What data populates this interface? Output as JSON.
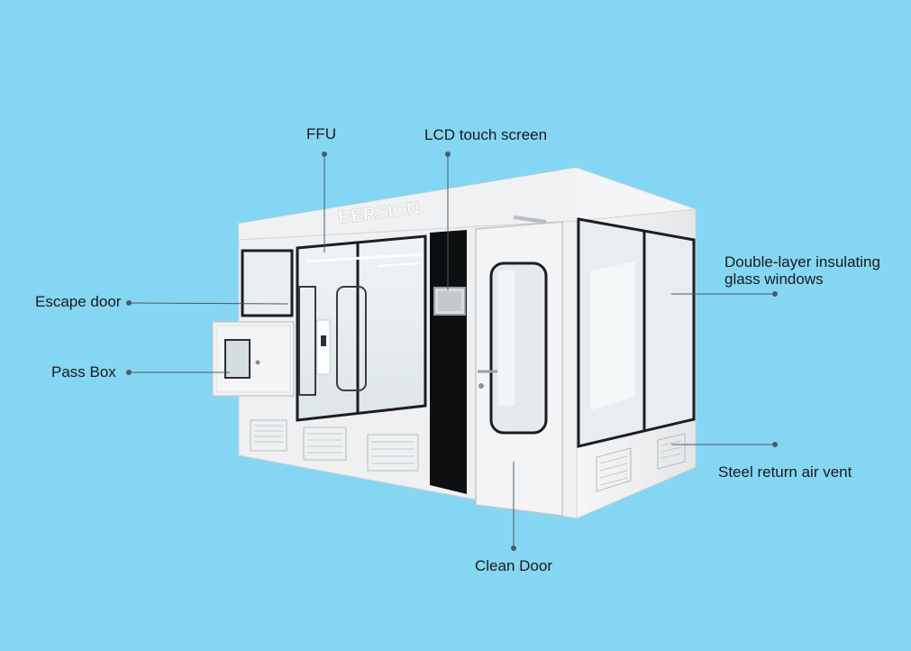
{
  "callouts": {
    "ffu": "FFU",
    "lcd": "LCD touch screen",
    "escape_door": "Escape door",
    "pass_box": "Pass Box",
    "glass_line1": "Double-layer insulating",
    "glass_line2": "glass windows",
    "return_vent": "Steel return air vent",
    "clean_door": "Clean Door"
  },
  "brand": {
    "logo_text": "BERSION"
  },
  "colors": {
    "background": "#85d6f2",
    "leader": "#4a5a66",
    "panel": "#eeeff1",
    "frame": "#1c1e22"
  }
}
